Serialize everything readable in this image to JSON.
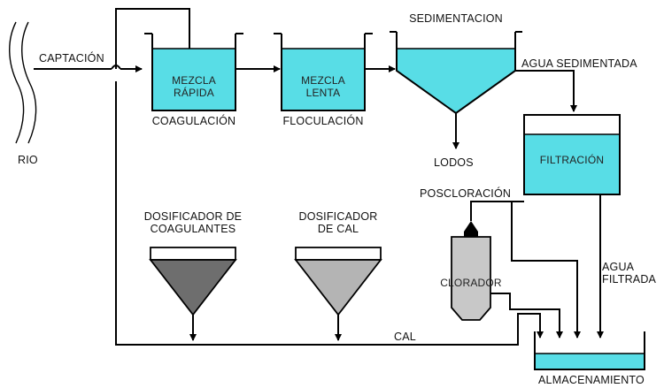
{
  "labels": {
    "rio": "RIO",
    "captacion": "CAPTACIÓN",
    "mezcla_rapida_1": "MEZCLA",
    "mezcla_rapida_2": "RÁPIDA",
    "coagulacion": "COAGULACIÓN",
    "mezcla_lenta_1": "MEZCLA",
    "mezcla_lenta_2": "LENTA",
    "floculacion": "FLOCULACIÓN",
    "sedimentacion": "SEDIMENTACION",
    "agua_sedimentada": "AGUA SEDIMENTADA",
    "lodos": "LODOS",
    "filtracion": "FILTRACIÓN",
    "poscloracion": "POSCLORACIÓN",
    "dosificador_coag_1": "DOSIFICADOR DE",
    "dosificador_coag_2": "COAGULANTES",
    "dosificador_cal_1": "DOSIFICADOR",
    "dosificador_cal_2": "DE CAL",
    "clorador": "CLORADOR",
    "agua_filtrada_1": "AGUA",
    "agua_filtrada_2": "FILTRADA",
    "cal": "CAL",
    "almacenamiento": "ALMACENAMIENTO"
  },
  "colors": {
    "water": "#58dde6",
    "line": "#000000",
    "coagulant_fill": "#6e6e6e",
    "cal_fill": "#b4b4b4",
    "chlorinator_fill": "#c8c8c8"
  }
}
